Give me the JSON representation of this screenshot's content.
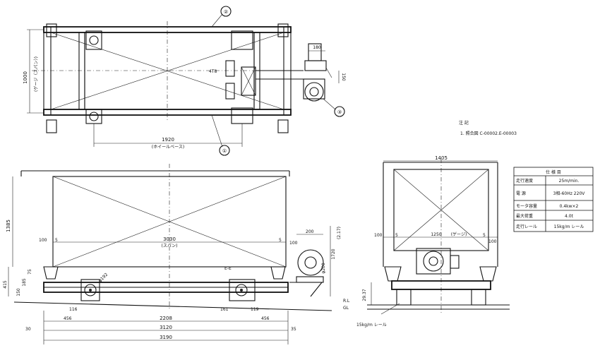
{
  "dimensions": {
    "top_width": "1920",
    "top_width_note": "(ホイールベース)",
    "top_height": "1000",
    "top_height_note": "(ゲージ（スパン）)",
    "motor_w": "180",
    "motor_h": "150",
    "side_height": "1385",
    "side_span": "3030",
    "side_span_note": "(スパン)",
    "side_left_offset": "100",
    "side_left_5": "5",
    "side_right_5": "5",
    "side_right_100": "100",
    "side_motor_w": "200",
    "side_total_h": "1720",
    "side_total_h2": "(2.17)",
    "side_dia": "φ200",
    "side_dia2": "φ192",
    "left_415": "415",
    "left_150": "150",
    "left_185": "185",
    "left_75": "75",
    "bot_116": "116",
    "bot_456a": "456",
    "bot_2208": "2208",
    "bot_456b": "456",
    "bot_161": "161",
    "bot_119": "119",
    "bot_3120": "3120",
    "bot_3190": "3190",
    "bot_35": "35",
    "bot_30": "30",
    "end_width": "1405",
    "end_100": "100",
    "end_5a": "5",
    "end_1250": "1250",
    "end_span_note": "(ゲージ)",
    "end_5b": "5",
    "end_100b": "100",
    "end_29": "29.37",
    "ground": "GL",
    "rail_top": "R.L",
    "rail_label": "15kg/m レール",
    "section_mark": "E-E"
  },
  "balloons": [
    "①",
    "②",
    "③"
  ],
  "callouts": {
    "beam_label": "4T8"
  },
  "notes": {
    "heading": "注 記",
    "line1": "1. 照合図 C-00002.E-00003"
  },
  "spec_table": {
    "title": "仕 様 目",
    "rows": [
      {
        "label": "走行速度",
        "value": "25m/min."
      },
      {
        "label": "電 源",
        "value": "3相-60Hz 220V"
      },
      {
        "label": "モータ容量",
        "value": "0.4kw×2"
      },
      {
        "label": "最大荷重",
        "value": "4.0t"
      },
      {
        "label": "走行レール",
        "value": "15kg/m レール"
      }
    ]
  }
}
